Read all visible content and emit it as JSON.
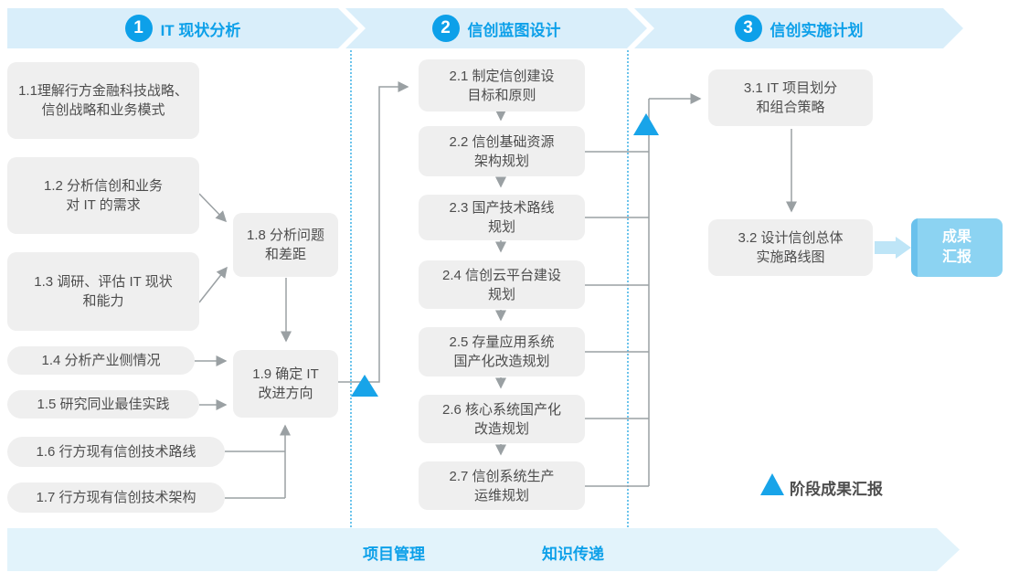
{
  "accent_color": "#0da0e9",
  "band_color": "#d9eefa",
  "triangle_color": "#18a4e9",
  "phases": [
    {
      "number": "1",
      "title": "IT 现状分析"
    },
    {
      "number": "2",
      "title": "信创蓝图设计"
    },
    {
      "number": "3",
      "title": "信创实施计划"
    }
  ],
  "boxes": {
    "b1_1": {
      "lines": [
        "1.1理解行方金融科技战略、",
        "信创战略和业务模式"
      ]
    },
    "b1_2": {
      "lines": [
        "1.2 分析信创和业务",
        "对 IT 的需求"
      ]
    },
    "b1_3": {
      "lines": [
        "1.3 调研、评估 IT 现状",
        "和能力"
      ]
    },
    "b1_4": {
      "lines": [
        "1.4 分析产业侧情况"
      ]
    },
    "b1_5": {
      "lines": [
        "1.5 研究同业最佳实践"
      ]
    },
    "b1_6": {
      "lines": [
        "1.6 行方现有信创技术路线"
      ]
    },
    "b1_7": {
      "lines": [
        "1.7 行方现有信创技术架构"
      ]
    },
    "b1_8": {
      "lines": [
        "1.8 分析问题",
        "和差距"
      ]
    },
    "b1_9": {
      "lines": [
        "1.9 确定 IT",
        "改进方向"
      ]
    },
    "b2_1": {
      "lines": [
        "2.1 制定信创建设",
        "目标和原则"
      ]
    },
    "b2_2": {
      "lines": [
        "2.2 信创基础资源",
        "架构规划"
      ]
    },
    "b2_3": {
      "lines": [
        "2.3 国产技术路线",
        "规划"
      ]
    },
    "b2_4": {
      "lines": [
        "2.4 信创云平台建设",
        "规划"
      ]
    },
    "b2_5": {
      "lines": [
        "2.5 存量应用系统",
        "国产化改造规划"
      ]
    },
    "b2_6": {
      "lines": [
        "2.6 核心系统国产化",
        "改造规划"
      ]
    },
    "b2_7": {
      "lines": [
        "2.7 信创系统生产",
        "运维规划"
      ]
    },
    "b3_1": {
      "lines": [
        "3.1 IT 项目划分",
        "和组合策略"
      ]
    },
    "b3_2": {
      "lines": [
        "3.2 设计信创总体",
        "实施路线图"
      ]
    },
    "result": {
      "lines": [
        "成果",
        "汇报"
      ]
    }
  },
  "legend": {
    "label": "阶段成果汇报"
  },
  "footer": {
    "items": [
      "项目管理",
      "知识传递"
    ]
  }
}
